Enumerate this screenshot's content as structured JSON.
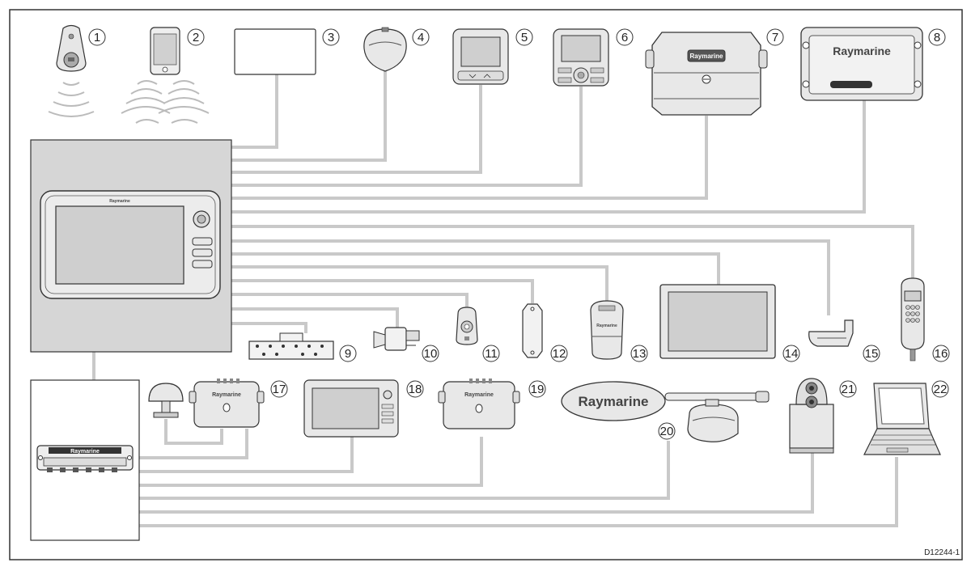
{
  "diagram": {
    "reference_code": "D12244-1",
    "brand_text": "Raymarine",
    "colors": {
      "cable": "#c9c9c9",
      "panel_fill": "#d6d6d6",
      "device_fill": "#e6e6e6",
      "stroke": "#333333"
    },
    "devices": [
      {
        "number": "1",
        "icon": "wireless-remote-icon"
      },
      {
        "number": "2",
        "icon": "smartphone-icon"
      },
      {
        "number": "3",
        "icon": "blank-display-icon"
      },
      {
        "number": "4",
        "icon": "gps-antenna-icon"
      },
      {
        "number": "5",
        "icon": "instrument-display-icon"
      },
      {
        "number": "6",
        "icon": "pilot-controller-icon"
      },
      {
        "number": "7",
        "icon": "sonar-module-icon"
      },
      {
        "number": "8",
        "icon": "raymarine-module-icon"
      },
      {
        "number": "9",
        "icon": "connector-block-icon"
      },
      {
        "number": "10",
        "icon": "video-camera-icon"
      },
      {
        "number": "11",
        "icon": "remote-keypad-icon"
      },
      {
        "number": "12",
        "icon": "junction-box-icon"
      },
      {
        "number": "13",
        "icon": "satellite-receiver-icon"
      },
      {
        "number": "14",
        "icon": "external-monitor-icon"
      },
      {
        "number": "15",
        "icon": "transducer-icon"
      },
      {
        "number": "16",
        "icon": "vhf-handset-icon"
      },
      {
        "number": "17",
        "icon": "antenna-with-module-icon"
      },
      {
        "number": "18",
        "icon": "secondary-display-icon"
      },
      {
        "number": "19",
        "icon": "network-module-icon"
      },
      {
        "number": "20",
        "icon": "radar-scanner-icon"
      },
      {
        "number": "21",
        "icon": "thermal-camera-icon"
      },
      {
        "number": "22",
        "icon": "laptop-icon"
      }
    ]
  }
}
